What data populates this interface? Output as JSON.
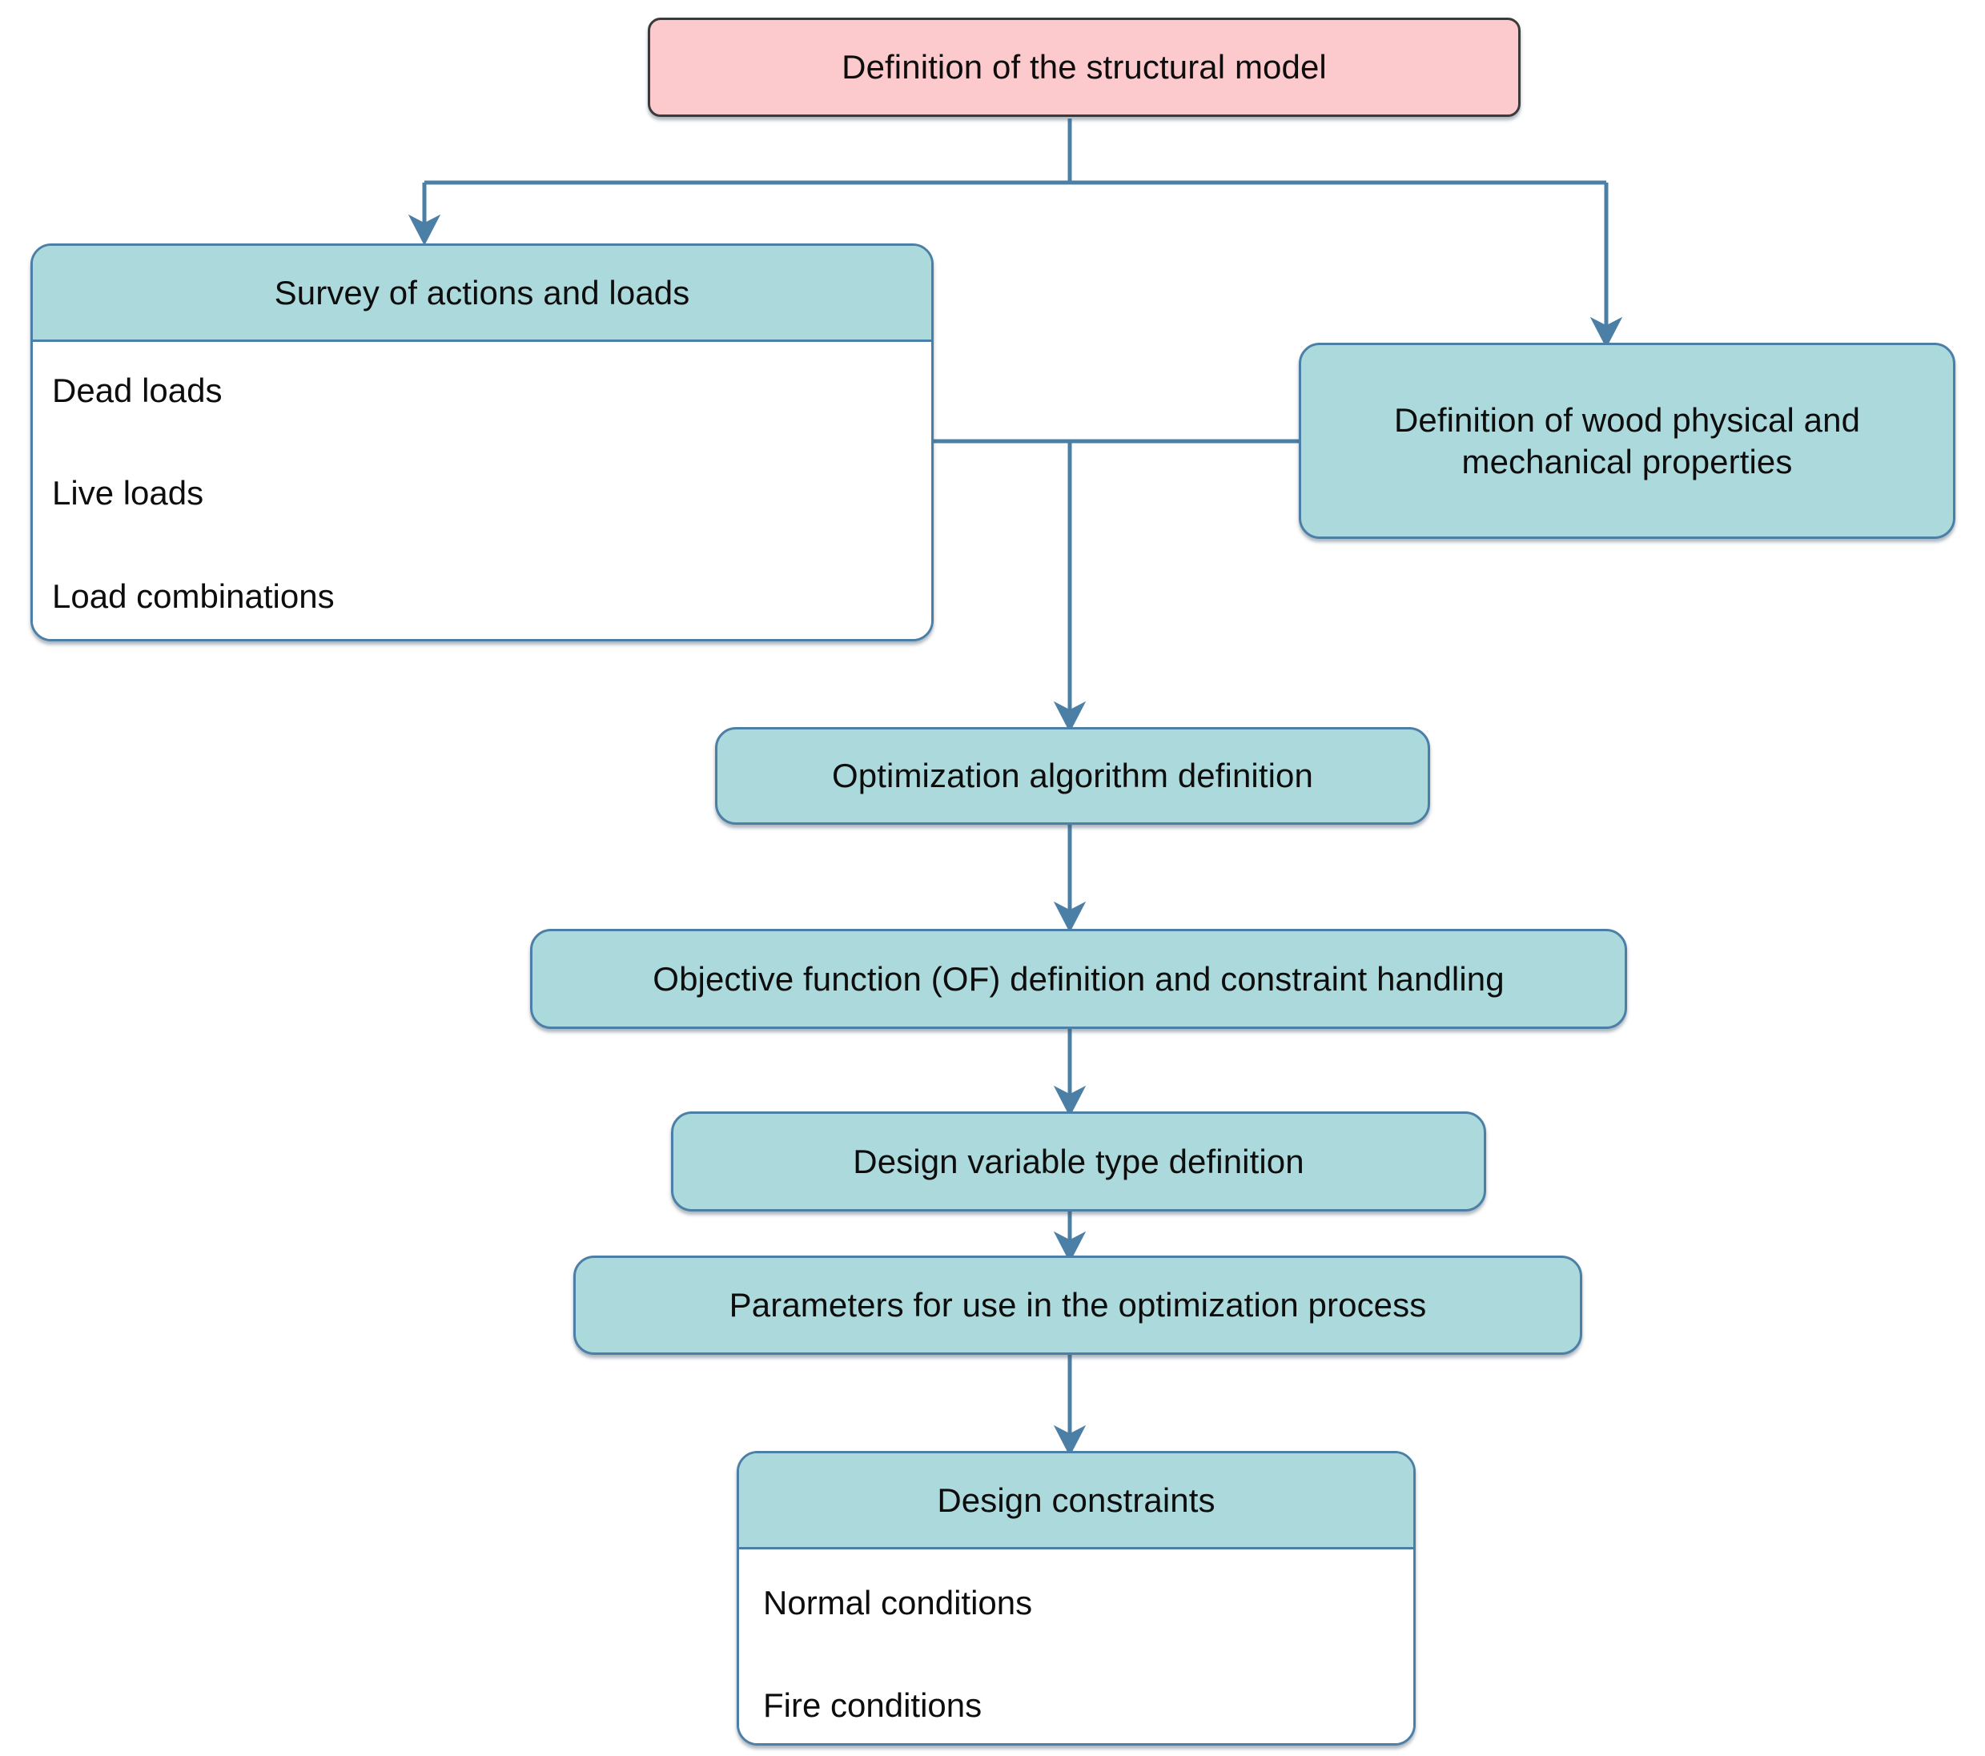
{
  "diagram": {
    "title_node": {
      "id": "definition-structural-model",
      "label": "Definition of the structural model",
      "fill": "#FCC9CC",
      "border": "#3A3A3A"
    },
    "palette": {
      "teal_fill": "#ABD9DC",
      "pink_fill": "#FCC9CC",
      "node_border": "#4C7FA6",
      "edge_stroke": "#4C7FA6",
      "body_fill": "#FFFFFF",
      "text": "#0D0D0D"
    },
    "nodes": [
      {
        "id": "survey-of-actions-and-loads",
        "type": "header-list",
        "header": "Survey of actions and loads",
        "items": [
          "Dead loads",
          "Live loads",
          "Load combinations"
        ]
      },
      {
        "id": "wood-properties",
        "type": "simple",
        "label": "Definition of wood physical and\nmechanical properties"
      },
      {
        "id": "optimization-algorithm-definition",
        "type": "simple",
        "label": "Optimization algorithm definition"
      },
      {
        "id": "objective-function-definition",
        "type": "simple",
        "label": "Objective function (OF) definition and constraint handling"
      },
      {
        "id": "design-variable-type-definition",
        "type": "simple",
        "label": "Design variable type definition"
      },
      {
        "id": "parameters-for-optimization",
        "type": "simple",
        "label": "Parameters for use in the optimization process"
      },
      {
        "id": "design-constraints",
        "type": "header-list",
        "header": "Design constraints",
        "items": [
          "Normal conditions",
          "Fire conditions"
        ]
      }
    ],
    "edges": [
      {
        "from": "definition-structural-model",
        "to": "survey-of-actions-and-loads",
        "style": "elbow-left-arrow"
      },
      {
        "from": "definition-structural-model",
        "to": "wood-properties",
        "style": "elbow-right-arrow"
      },
      {
        "from": "survey-of-actions-and-loads",
        "to": "wood-properties",
        "style": "horizontal-plain"
      },
      {
        "from": "survey-of-actions-and-loads",
        "to": "optimization-algorithm-definition",
        "style": "vertical-arrow"
      },
      {
        "from": "optimization-algorithm-definition",
        "to": "objective-function-definition",
        "style": "vertical-arrow"
      },
      {
        "from": "objective-function-definition",
        "to": "design-variable-type-definition",
        "style": "vertical-arrow"
      },
      {
        "from": "design-variable-type-definition",
        "to": "parameters-for-optimization",
        "style": "vertical-arrow"
      },
      {
        "from": "parameters-for-optimization",
        "to": "design-constraints",
        "style": "vertical-arrow"
      }
    ]
  }
}
